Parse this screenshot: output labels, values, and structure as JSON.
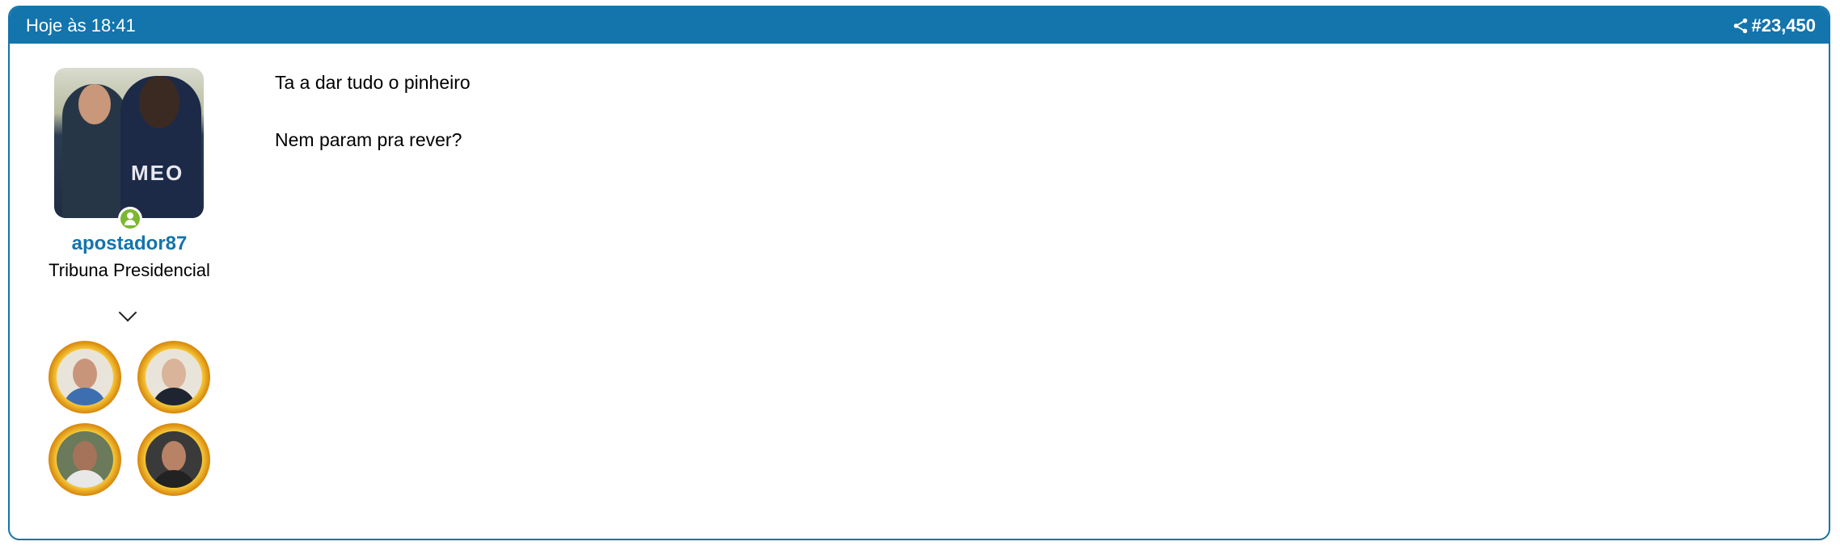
{
  "post": {
    "date": "Hoje às 18:41",
    "number": "#23,450",
    "share_icon": "share-icon",
    "author": {
      "username": "apostador87",
      "rank": "Tribuna Presidencial",
      "status": "online"
    },
    "messages": [
      "Ta a dar tudo o pinheiro",
      "Nem param pra rever?"
    ],
    "badges": [
      "badge-1",
      "badge-2",
      "badge-3",
      "badge-4"
    ]
  },
  "colors": {
    "accent": "#1474ac",
    "online": "#7cb82f"
  }
}
